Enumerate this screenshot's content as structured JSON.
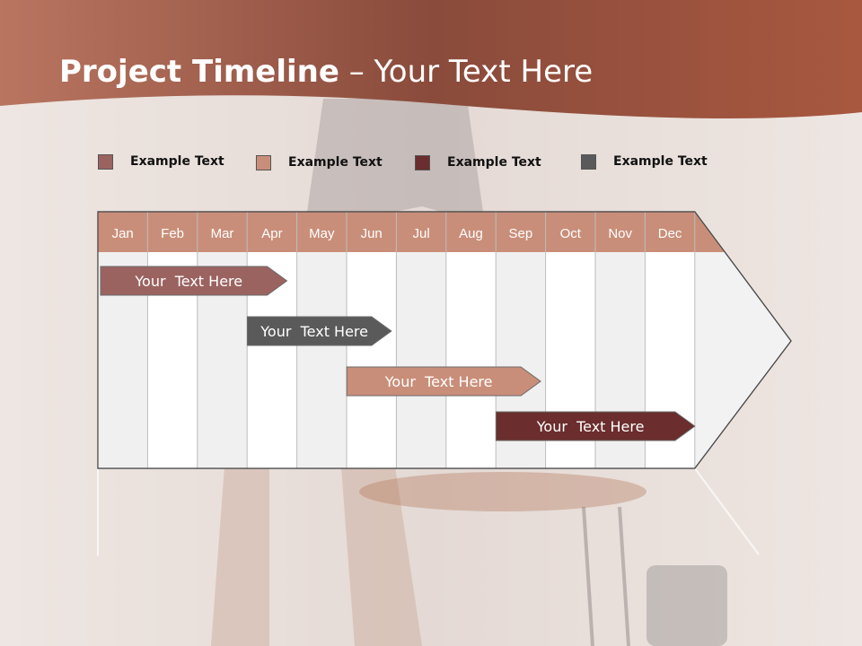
{
  "title": {
    "bold": "Project Timeline",
    "rest": " – Your Text Here"
  },
  "colors": {
    "header_band": "#b5654e",
    "month_header": "#c98e79",
    "accent1": "#9b6360",
    "accent2": "#c98e79",
    "accent3": "#6b2d2d",
    "accent4": "#5a5a5a"
  },
  "legend": [
    {
      "label": "Example Text",
      "color": "#9b6360"
    },
    {
      "label": "Example Text",
      "color": "#c98e79"
    },
    {
      "label": "Example Text",
      "color": "#6b2d2d"
    },
    {
      "label": "Example Text",
      "color": "#5a5a5a"
    }
  ],
  "chart_data": {
    "type": "timeline",
    "months": [
      "Jan",
      "Feb",
      "Mar",
      "Apr",
      "May",
      "Jun",
      "Jul",
      "Aug",
      "Sep",
      "Oct",
      "Nov",
      "Dec"
    ],
    "tasks": [
      {
        "label": "Your  Text Here",
        "start": 0.0,
        "end": 3.8,
        "color": "#9b6360"
      },
      {
        "label": "Your  Text Here",
        "start": 2.95,
        "end": 5.9,
        "color": "#5a5a5a"
      },
      {
        "label": "Your  Text Here",
        "start": 4.95,
        "end": 8.9,
        "color": "#c98e79"
      },
      {
        "label": "Your  Text Here",
        "start": 7.95,
        "end": 12.0,
        "color": "#6b2d2d"
      }
    ]
  }
}
